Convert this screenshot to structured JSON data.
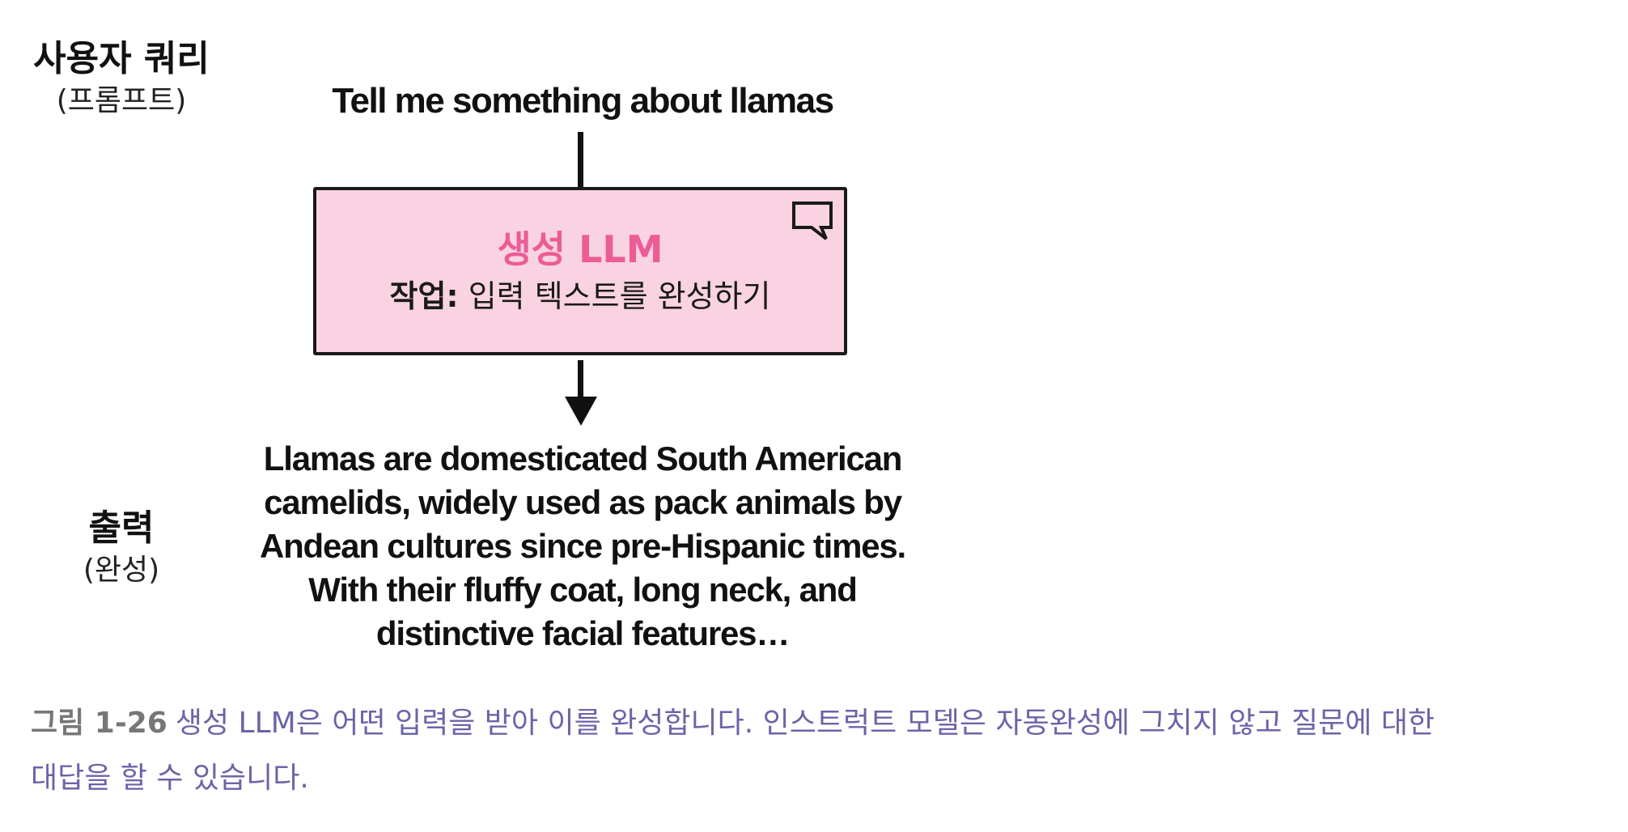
{
  "labels": {
    "query_main": "사용자 쿼리",
    "query_sub": "(프롬프트)",
    "output_main": "출력",
    "output_sub": "(완성)"
  },
  "prompt": "Tell me something about llamas",
  "llm_box": {
    "title": "생성 LLM",
    "task_label": "작업:",
    "task_text": "입력 텍스트를 완성하기",
    "icon": "chat-bubble-icon",
    "fill_color": "#f9d3e1",
    "title_color": "#ec5c95"
  },
  "output_lines": [
    "Llamas are domesticated South American",
    "camelids, widely used as pack animals by",
    "Andean cultures since pre-Hispanic times.",
    "With their fluffy coat, long neck, and",
    "distinctive facial features…"
  ],
  "caption": {
    "figure_number": "그림 1-26",
    "line1": "생성 LLM은 어떤 입력을 받아 이를 완성합니다. 인스트럭트 모델은 자동완성에 그치지 않고 질문에 대한",
    "line2": "대답을 할 수 있습니다.",
    "text_color": "#6b64a8"
  }
}
